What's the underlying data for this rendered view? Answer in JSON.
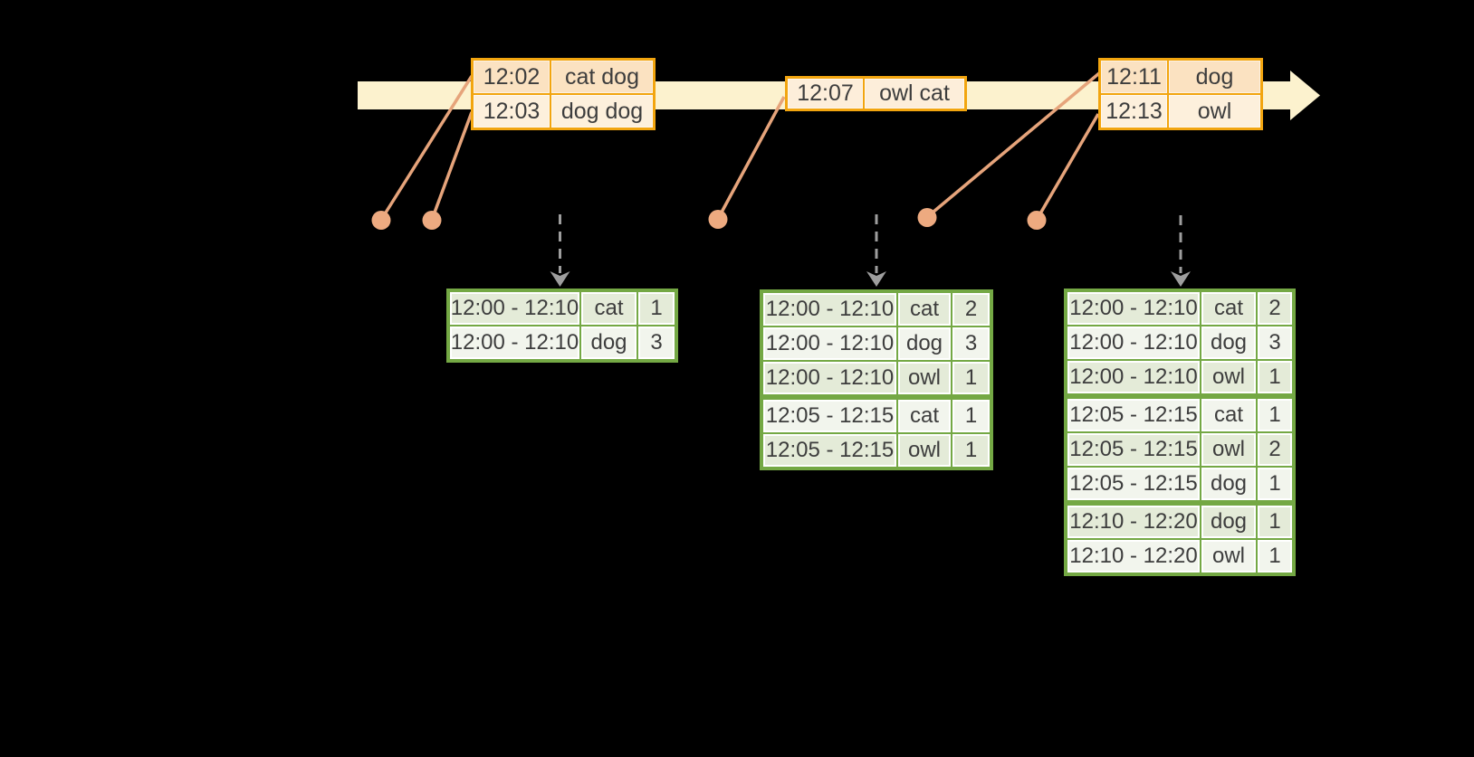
{
  "colors": {
    "background": "#000000",
    "timeline_band": "#fcf2ce",
    "event_table_border": "#f2a50f",
    "event_row_shaded": "#fbe2c1",
    "event_row_light": "#fdf0dc",
    "connector_line": "#e6a47b",
    "connector_dot": "#edaa80",
    "trigger_arrow_gray": "#9e9e9e",
    "result_table_border": "#74a844",
    "result_row_shaded": "#e4ebd8",
    "result_row_light": "#f2f5ed",
    "text": "#3d3d3d"
  },
  "timeline": {
    "event_tables": [
      {
        "rows": [
          {
            "time": "12:02",
            "words": "cat dog"
          },
          {
            "time": "12:03",
            "words": "dog dog"
          }
        ]
      },
      {
        "rows": [
          {
            "time": "12:07",
            "words": "owl cat"
          }
        ]
      },
      {
        "rows": [
          {
            "time": "12:11",
            "words": "dog"
          },
          {
            "time": "12:13",
            "words": "owl"
          }
        ]
      }
    ]
  },
  "result_tables": [
    {
      "rows": [
        {
          "window": "12:00 - 12:10",
          "word": "cat",
          "count": "1"
        },
        {
          "window": "12:00 - 12:10",
          "word": "dog",
          "count": "3"
        }
      ]
    },
    {
      "rows": [
        {
          "window": "12:00 - 12:10",
          "word": "cat",
          "count": "2"
        },
        {
          "window": "12:00 - 12:10",
          "word": "dog",
          "count": "3"
        },
        {
          "window": "12:00 - 12:10",
          "word": "owl",
          "count": "1"
        },
        {
          "window": "12:05 - 12:15",
          "word": "cat",
          "count": "1"
        },
        {
          "window": "12:05 - 12:15",
          "word": "owl",
          "count": "1"
        }
      ]
    },
    {
      "rows": [
        {
          "window": "12:00 - 12:10",
          "word": "cat",
          "count": "2"
        },
        {
          "window": "12:00 - 12:10",
          "word": "dog",
          "count": "3"
        },
        {
          "window": "12:00 - 12:10",
          "word": "owl",
          "count": "1"
        },
        {
          "window": "12:05 - 12:15",
          "word": "cat",
          "count": "1"
        },
        {
          "window": "12:05 - 12:15",
          "word": "owl",
          "count": "2"
        },
        {
          "window": "12:05 - 12:15",
          "word": "dog",
          "count": "1"
        },
        {
          "window": "12:10 - 12:20",
          "word": "dog",
          "count": "1"
        },
        {
          "window": "12:10 - 12:20",
          "word": "owl",
          "count": "1"
        }
      ]
    }
  ]
}
